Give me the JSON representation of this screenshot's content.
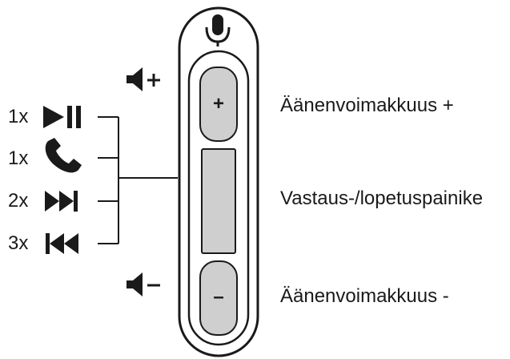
{
  "labels": {
    "volume_up": "Äänenvoimakkuus +",
    "answer_end": "Vastaus-/lopetuspainike",
    "volume_down": "Äänenvoimakkuus -"
  },
  "press_counts": [
    {
      "count": "1x",
      "action_icon": "play-pause-icon"
    },
    {
      "count": "1x",
      "action_icon": "phone-icon"
    },
    {
      "count": "2x",
      "action_icon": "next-track-icon"
    },
    {
      "count": "3x",
      "action_icon": "previous-track-icon"
    }
  ],
  "buttons": {
    "plus_glyph": "+",
    "minus_glyph": "–"
  },
  "icons": {
    "top": "microphone-icon",
    "volume_up": "speaker-plus-icon",
    "volume_down": "speaker-minus-icon"
  },
  "colors": {
    "outline": "#1a1a1a",
    "button_fill": "#cfcfcf",
    "background": "#ffffff"
  }
}
